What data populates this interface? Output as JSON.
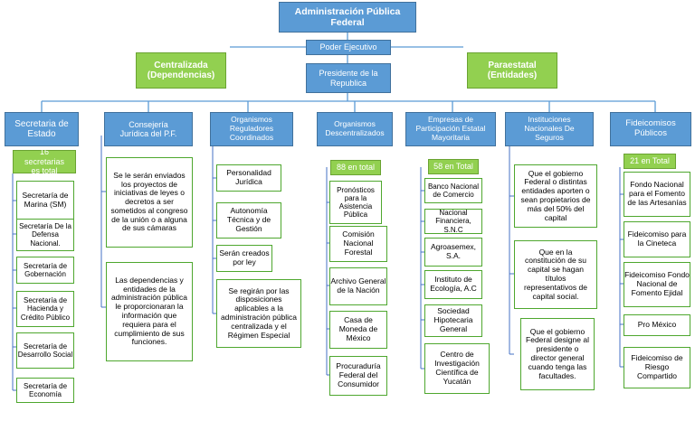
{
  "root": "Administración Pública Federal",
  "poder": "Poder Ejecutivo",
  "presidente": "Presidente de la Republica",
  "centralizada": "Centralizada (Dependencias)",
  "paraestatal": "Paraestatal (Entidades)",
  "columns": {
    "secretaria": {
      "header": "Secretaria de Estado",
      "tag": "16 secretarias es total",
      "items": [
        "Secretaría de Marina (SM)",
        "Secretaría De la Defensa Nacional.",
        "Secretaría de Gobernación",
        "Secretaría de Hacienda y Crédito Público",
        "Secretaría de Desarrollo Social",
        "Secretaría de Economía"
      ]
    },
    "consejeria": {
      "header": "Consejería Jurídica del P.F.",
      "items": [
        "Se le serán enviados los proyectos de iniciativas de leyes o decretos a ser sometidos al congreso de la unión o a alguna de sus cámaras",
        "Las dependencias y entidades de la administración pública le proporcionaran la información que requiera para el cumplimiento de sus funciones."
      ]
    },
    "reguladores": {
      "header": "Organismos Reguladores Coordinados",
      "items": [
        "Personalidad Jurídica",
        "Autonomía Técnica y de Gestión",
        "Serán creados por ley",
        "Se regirán por las disposiciones aplicables a la administración pública centralizada y el Régimen Especial"
      ]
    },
    "descentralizados": {
      "header": "Organismos Descentralizados",
      "tag": "88 en total",
      "items": [
        "Pronósticos para la Asistencia Pública",
        "Comisión Nacional Forestal",
        "Archivo General de la Nación",
        "Casa de Moneda de México",
        "Procuraduría Federal del Consumidor"
      ]
    },
    "empresas": {
      "header": "Empresas de Participación Estatal Mayoritaria",
      "tag": "58 en Total",
      "items": [
        "Banco Nacional de Comercio",
        "Nacional Financiera, S.N.C",
        "Agroasemex, S.A.",
        "Instituto de Ecología, A.C",
        "Sociedad Hipotecaria General",
        "Centro de Investigación Científica de Yucatán"
      ]
    },
    "instituciones": {
      "header": "Instituciones Nacionales De Seguros",
      "items": [
        "Que el gobierno Federal o distintas entidades aporten o sean propietarios de más del 50% del capital",
        "Que en la constitución de su capital se hagan títulos representativos de capital social.",
        "Que el gobierno Federal designe al presidente o director general cuando tenga las facultades."
      ]
    },
    "fideicomisos": {
      "header": "Fideicomisos Públicos",
      "tag": "21 en Total",
      "items": [
        "Fondo Nacional para el Fomento de las Artesanías",
        "Fideicomiso para la Cineteca",
        "Fideicomiso Fondo Nacional de Fomento Ejidal",
        "Pro México",
        "Fideicomiso de Riesgo Compartido"
      ]
    }
  }
}
